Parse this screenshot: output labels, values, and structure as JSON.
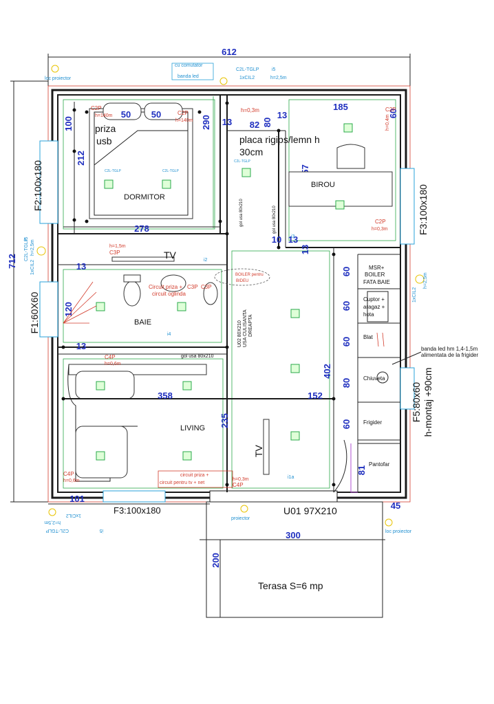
{
  "dimensions": {
    "total_width": "612",
    "total_height": "712",
    "dormitor_width": "278",
    "dormitor_height": "290",
    "bed_w1": "50",
    "bed_w2": "50",
    "d100": "100",
    "d212": "212",
    "closet_13a": "13",
    "closet_82": "82",
    "closet_80": "80",
    "closet_13b": "13",
    "birou_width": "185",
    "birou_60": "60",
    "birou_height": "257",
    "d10": "10",
    "d13c": "13",
    "d13d": "13",
    "baie_height": "120",
    "d13e": "13",
    "living_width": "358",
    "living_152": "152",
    "living_235": "235",
    "kitchen_402": "402",
    "k60a": "60",
    "k60b": "60",
    "k80": "80",
    "k60c": "60",
    "k81": "81",
    "bottom_101": "101",
    "bottom_45": "45",
    "terrace_width": "300",
    "terrace_height": "200"
  },
  "rooms": {
    "dormitor": "DORMITOR",
    "birou": "BIROU",
    "baie": "BAIE",
    "living": "LIVING",
    "terasa": "Terasa S=6 mp",
    "tv_top": "TV",
    "tv_living": "TV"
  },
  "windows": {
    "f2": "F2:100x180",
    "f1": "F1:60X60",
    "f3_right": "F3:100x180",
    "f3_bottom": "F3:100x180",
    "f5": "F5:80x60",
    "f5_note": "h-montaj +90cm",
    "door_u01": "U01 97X210"
  },
  "notes": {
    "priza": "priza",
    "usb": "usb",
    "placa1": "placa rigips/lemn h",
    "placa2": "30cm",
    "cu_comutator": "cu comutator",
    "banda_led": "banda led",
    "loc_proiector_top": "loc proiector",
    "loc_proiector_bottom": "loc proiector",
    "proiector": "proiector",
    "gol_usa_1": "gol usa 80x210",
    "gol_usa_2": "gol usa 80x210",
    "gol_usa_3": "gol usa 80x210",
    "u02_1": "U02 80X210",
    "u02_2": "USA CULISANTA",
    "u02_3": "DREAPTA",
    "boiler1": "BOILER pentru",
    "boiler2": "BIDEU",
    "circ_oglinda1": "Circuit priza +",
    "circ_oglinda2": "circuit oglinda",
    "circ_tv1": "circuit priza +",
    "circ_tv2": "circuit pentru tv + net",
    "banda_led_right1": "banda led  hm 1,4-1,5m",
    "banda_led_right2": "alimentata de la frigider"
  },
  "kitchen": {
    "msr1": "MSR+",
    "msr2": "BOILER",
    "msr3": "FATA BAIE",
    "cuptor1": "Cuptor +",
    "cuptor2": "aragaz +",
    "cuptor3": "hota",
    "blat": "Blat",
    "chiuveta": "Chiuveta",
    "frigider": "Frigider",
    "pantofar": "Pantofar"
  },
  "circuits": {
    "c2p": "C2P",
    "c3p": "C3P",
    "c4p": "C4P",
    "c2l_tglp": "C2L-TGLP",
    "cil2": "1xCIL2",
    "i5": "i5",
    "i3": "i3",
    "i4": "i4",
    "i1a": "i1a",
    "i2": "i2",
    "h140_a": "h=140m",
    "h140_b": "h=140m",
    "h25": "h=2,5m",
    "h03": "h=0,3m",
    "h04": "h=0,4m",
    "h15": "h=1,5m",
    "h06": "h=0,6m"
  }
}
